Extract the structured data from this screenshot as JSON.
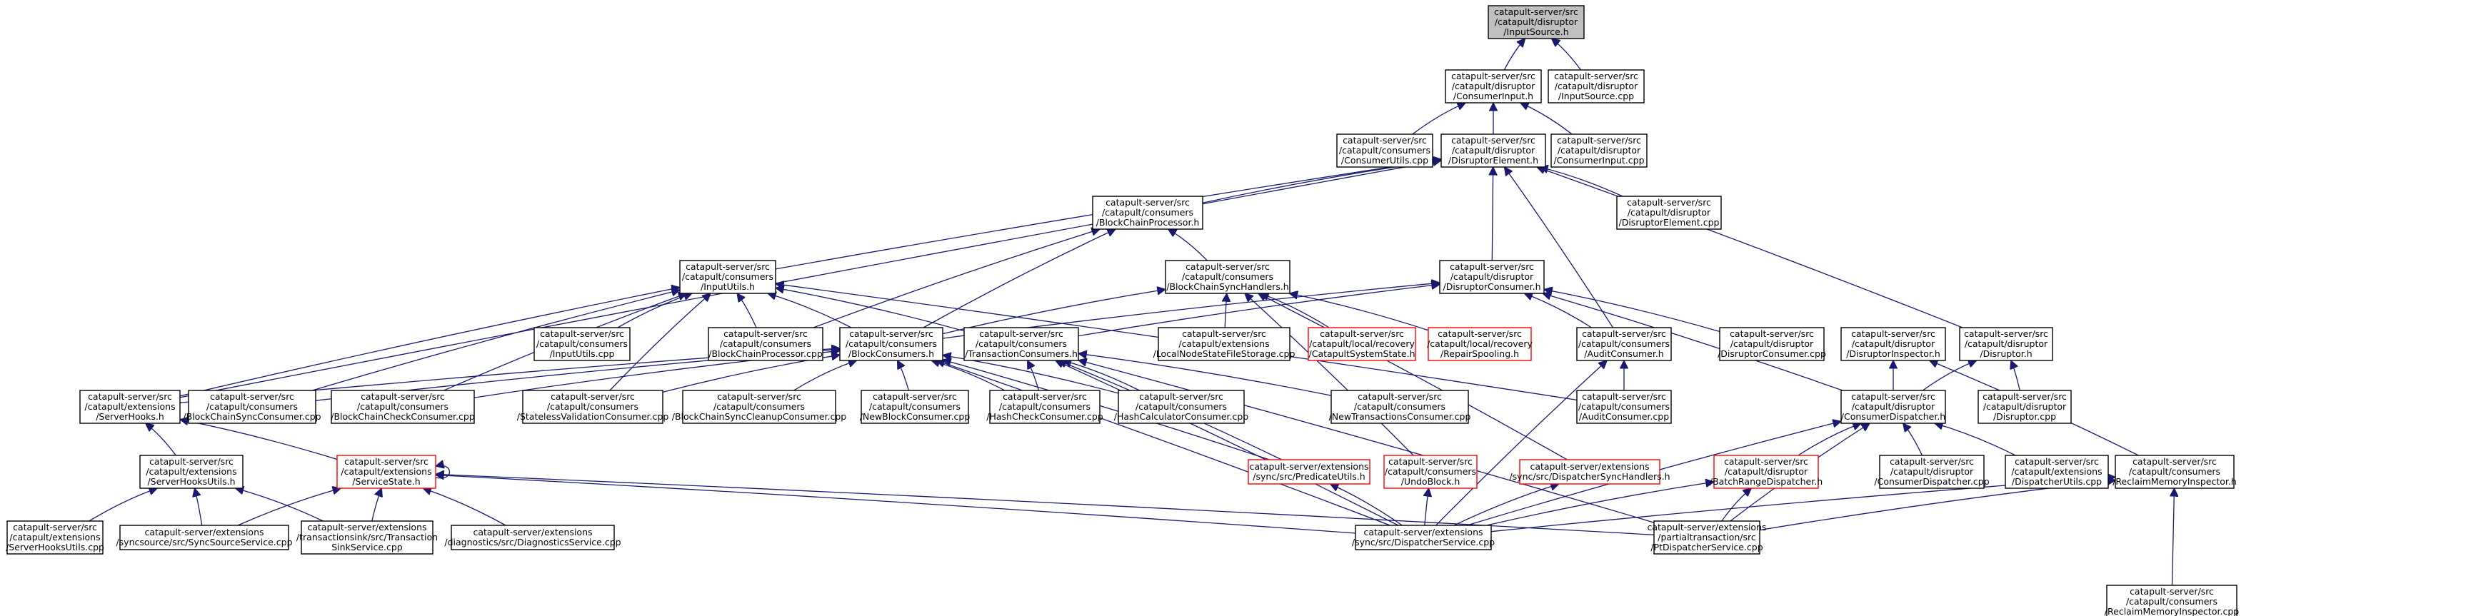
{
  "diagram": {
    "nodes": [
      {
        "id": "n_inputsource_h",
        "lines": [
          "catapult-server/src",
          "/catapult/disruptor",
          "/InputSource.h"
        ],
        "style": "gray",
        "interactable": false
      },
      {
        "id": "n_consumerinput_h",
        "lines": [
          "catapult-server/src",
          "/catapult/disruptor",
          "/ConsumerInput.h"
        ],
        "style": "normal",
        "interactable": true
      },
      {
        "id": "n_inputsource_cpp",
        "lines": [
          "catapult-server/src",
          "/catapult/disruptor",
          "/InputSource.cpp"
        ],
        "style": "normal",
        "interactable": true
      },
      {
        "id": "n_consumerutils_cpp",
        "lines": [
          "catapult-server/src",
          "/catapult/consumers",
          "/ConsumerUtils.cpp"
        ],
        "style": "normal",
        "interactable": true
      },
      {
        "id": "n_disruptorelement_h",
        "lines": [
          "catapult-server/src",
          "/catapult/disruptor",
          "/DisruptorElement.h"
        ],
        "style": "normal",
        "interactable": true
      },
      {
        "id": "n_consumerinput_cpp",
        "lines": [
          "catapult-server/src",
          "/catapult/disruptor",
          "/ConsumerInput.cpp"
        ],
        "style": "normal",
        "interactable": true
      },
      {
        "id": "n_blockchainprocessor_h",
        "lines": [
          "catapult-server/src",
          "/catapult/consumers",
          "/BlockChainProcessor.h"
        ],
        "style": "normal",
        "interactable": true
      },
      {
        "id": "n_disruptorelement_cpp",
        "lines": [
          "catapult-server/src",
          "/catapult/disruptor",
          "/DisruptorElement.cpp"
        ],
        "style": "normal",
        "interactable": true
      },
      {
        "id": "n_inpututils_h",
        "lines": [
          "catapult-server/src",
          "/catapult/consumers",
          "/InputUtils.h"
        ],
        "style": "normal",
        "interactable": true
      },
      {
        "id": "n_blockchainsynchandlers_h",
        "lines": [
          "catapult-server/src",
          "/catapult/consumers",
          "/BlockChainSyncHandlers.h"
        ],
        "style": "normal",
        "interactable": true
      },
      {
        "id": "n_disruptorconsumer_h",
        "lines": [
          "catapult-server/src",
          "/catapult/disruptor",
          "/DisruptorConsumer.h"
        ],
        "style": "normal",
        "interactable": true
      },
      {
        "id": "n_inpututils_cpp",
        "lines": [
          "catapult-server/src",
          "/catapult/consumers",
          "/InputUtils.cpp"
        ],
        "style": "normal",
        "interactable": true
      },
      {
        "id": "n_blockchainprocessor_cpp",
        "lines": [
          "catapult-server/src",
          "/catapult/consumers",
          "/BlockChainProcessor.cpp"
        ],
        "style": "normal",
        "interactable": true
      },
      {
        "id": "n_blockconsumers_h",
        "lines": [
          "catapult-server/src",
          "/catapult/consumers",
          "/BlockConsumers.h"
        ],
        "style": "normal",
        "interactable": true
      },
      {
        "id": "n_transactionconsumers_h",
        "lines": [
          "catapult-server/src",
          "/catapult/consumers",
          "/TransactionConsumers.h"
        ],
        "style": "normal",
        "interactable": true
      },
      {
        "id": "n_localnodestate_cpp",
        "lines": [
          "catapult-server/src",
          "/catapult/extensions",
          "/LocalNodeStateFileStorage.cpp"
        ],
        "style": "normal",
        "interactable": true
      },
      {
        "id": "n_catapultsystemstate_h",
        "lines": [
          "catapult-server/src",
          "/catapult/local/recovery",
          "/CatapultSystemState.h"
        ],
        "style": "red",
        "interactable": true
      },
      {
        "id": "n_repairspooling_h",
        "lines": [
          "catapult-server/src",
          "/catapult/local/recovery",
          "/RepairSpooling.h"
        ],
        "style": "red",
        "interactable": true
      },
      {
        "id": "n_auditconsumer_h",
        "lines": [
          "catapult-server/src",
          "/catapult/consumers",
          "/AuditConsumer.h"
        ],
        "style": "normal",
        "interactable": true
      },
      {
        "id": "n_disruptorconsumer_cpp",
        "lines": [
          "catapult-server/src",
          "/catapult/disruptor",
          "/DisruptorConsumer.cpp"
        ],
        "style": "normal",
        "interactable": true
      },
      {
        "id": "n_disruptorinspector_h",
        "lines": [
          "catapult-server/src",
          "/catapult/disruptor",
          "/DisruptorInspector.h"
        ],
        "style": "normal",
        "interactable": true
      },
      {
        "id": "n_disruptor_h",
        "lines": [
          "catapult-server/src",
          "/catapult/disruptor",
          "/Disruptor.h"
        ],
        "style": "normal",
        "interactable": true
      },
      {
        "id": "n_serverhooks_h",
        "lines": [
          "catapult-server/src",
          "/catapult/extensions",
          "/ServerHooks.h"
        ],
        "style": "normal",
        "interactable": true
      },
      {
        "id": "n_blockchainsyncconsumer_cpp",
        "lines": [
          "catapult-server/src",
          "/catapult/consumers",
          "/BlockChainSyncConsumer.cpp"
        ],
        "style": "normal",
        "interactable": true
      },
      {
        "id": "n_blockchaincheckconsumer_cpp",
        "lines": [
          "catapult-server/src",
          "/catapult/consumers",
          "/BlockChainCheckConsumer.cpp"
        ],
        "style": "normal",
        "interactable": true
      },
      {
        "id": "n_statelessvalidation_cpp",
        "lines": [
          "catapult-server/src",
          "/catapult/consumers",
          "/StatelessValidationConsumer.cpp"
        ],
        "style": "normal",
        "interactable": true
      },
      {
        "id": "n_blockchainsynccleanup_cpp",
        "lines": [
          "catapult-server/src",
          "/catapult/consumers",
          "/BlockChainSyncCleanupConsumer.cpp"
        ],
        "style": "normal",
        "interactable": true
      },
      {
        "id": "n_newblockconsumer_cpp",
        "lines": [
          "catapult-server/src",
          "/catapult/consumers",
          "/NewBlockConsumer.cpp"
        ],
        "style": "normal",
        "interactable": true
      },
      {
        "id": "n_hashcheckconsumer_cpp",
        "lines": [
          "catapult-server/src",
          "/catapult/consumers",
          "/HashCheckConsumer.cpp"
        ],
        "style": "normal",
        "interactable": true
      },
      {
        "id": "n_hashcalculatorconsumer_cpp",
        "lines": [
          "catapult-server/src",
          "/catapult/consumers",
          "/HashCalculatorConsumer.cpp"
        ],
        "style": "normal",
        "interactable": true
      },
      {
        "id": "n_newtransactionsconsumer_cpp",
        "lines": [
          "catapult-server/src",
          "/catapult/consumers",
          "/NewTransactionsConsumer.cpp"
        ],
        "style": "normal",
        "interactable": true
      },
      {
        "id": "n_auditconsumer_cpp",
        "lines": [
          "catapult-server/src",
          "/catapult/consumers",
          "/AuditConsumer.cpp"
        ],
        "style": "normal",
        "interactable": true
      },
      {
        "id": "n_consumerdispatcher_h",
        "lines": [
          "catapult-server/src",
          "/catapult/disruptor",
          "/ConsumerDispatcher.h"
        ],
        "style": "normal",
        "interactable": true
      },
      {
        "id": "n_disruptor_cpp",
        "lines": [
          "catapult-server/src",
          "/catapult/disruptor",
          "/Disruptor.cpp"
        ],
        "style": "normal",
        "interactable": true
      },
      {
        "id": "n_serverhooksutils_h",
        "lines": [
          "catapult-server/src",
          "/catapult/extensions",
          "/ServerHooksUtils.h"
        ],
        "style": "normal",
        "interactable": true
      },
      {
        "id": "n_servicestate_h",
        "lines": [
          "catapult-server/src",
          "/catapult/extensions",
          "/ServiceState.h"
        ],
        "style": "red",
        "interactable": true
      },
      {
        "id": "n_predicateutils_h",
        "lines": [
          "catapult-server/extensions",
          "/sync/src/PredicateUtils.h"
        ],
        "style": "red",
        "interactable": true
      },
      {
        "id": "n_undoblock_h",
        "lines": [
          "catapult-server/src",
          "/catapult/consumers",
          "/UndoBlock.h"
        ],
        "style": "red",
        "interactable": true
      },
      {
        "id": "n_dispatchersynchandlers_h",
        "lines": [
          "catapult-server/extensions",
          "/sync/src/DispatcherSyncHandlers.h"
        ],
        "style": "red",
        "interactable": true
      },
      {
        "id": "n_batchrangedispatcher_h",
        "lines": [
          "catapult-server/src",
          "/catapult/disruptor",
          "/BatchRangeDispatcher.h"
        ],
        "style": "red",
        "interactable": true
      },
      {
        "id": "n_consumerdispatcher_cpp",
        "lines": [
          "catapult-server/src",
          "/catapult/disruptor",
          "/ConsumerDispatcher.cpp"
        ],
        "style": "normal",
        "interactable": true
      },
      {
        "id": "n_dispatcherutils_cpp",
        "lines": [
          "catapult-server/src",
          "/catapult/extensions",
          "/DispatcherUtils.cpp"
        ],
        "style": "normal",
        "interactable": true
      },
      {
        "id": "n_reclaimmemoryinspector_h",
        "lines": [
          "catapult-server/src",
          "/catapult/consumers",
          "/ReclaimMemoryInspector.h"
        ],
        "style": "normal",
        "interactable": true
      },
      {
        "id": "n_serverhooksutils_cpp",
        "lines": [
          "catapult-server/src",
          "/catapult/extensions",
          "/ServerHooksUtils.cpp"
        ],
        "style": "normal",
        "interactable": true
      },
      {
        "id": "n_syncsourceservice_cpp",
        "lines": [
          "catapult-server/extensions",
          "/syncsource/src/SyncSourceService.cpp"
        ],
        "style": "normal",
        "interactable": true
      },
      {
        "id": "n_transactionsinkservice_cpp",
        "lines": [
          "catapult-server/extensions",
          "/transactionsink/src/Transaction",
          "SinkService.cpp"
        ],
        "style": "normal",
        "interactable": true
      },
      {
        "id": "n_diagnosticsservice_cpp",
        "lines": [
          "catapult-server/extensions",
          "/diagnostics/src/DiagnosticsService.cpp"
        ],
        "style": "normal",
        "interactable": true
      },
      {
        "id": "n_dispatcherservice_cpp",
        "lines": [
          "catapult-server/extensions",
          "/sync/src/DispatcherService.cpp"
        ],
        "style": "normal",
        "interactable": true
      },
      {
        "id": "n_ptdispatcherservice_cpp",
        "lines": [
          "catapult-server/extensions",
          "/partialtransaction/src",
          "/PtDispatcherService.cpp"
        ],
        "style": "normal",
        "interactable": true
      },
      {
        "id": "n_reclaimmemoryinspector_cpp",
        "lines": [
          "catapult-server/src",
          "/catapult/consumers",
          "/ReclaimMemoryInspector.cpp"
        ],
        "style": "normal",
        "interactable": true
      }
    ],
    "edges": [
      [
        "n_consumerinput_h",
        "n_inputsource_h"
      ],
      [
        "n_inputsource_cpp",
        "n_inputsource_h"
      ],
      [
        "n_consumerutils_cpp",
        "n_consumerinput_h"
      ],
      [
        "n_disruptorelement_h",
        "n_consumerinput_h"
      ],
      [
        "n_consumerinput_cpp",
        "n_consumerinput_h"
      ],
      [
        "n_blockchainprocessor_h",
        "n_disruptorelement_h"
      ],
      [
        "n_disruptorelement_cpp",
        "n_disruptorelement_h"
      ],
      [
        "n_inpututils_h",
        "n_disruptorelement_h"
      ],
      [
        "n_disruptorconsumer_h",
        "n_disruptorelement_h"
      ],
      [
        "n_serverhooks_h",
        "n_disruptorelement_h"
      ],
      [
        "n_disruptor_h",
        "n_disruptorelement_h"
      ],
      [
        "n_auditconsumer_h",
        "n_disruptorelement_h"
      ],
      [
        "n_blockchainsynchandlers_h",
        "n_blockchainprocessor_h"
      ],
      [
        "n_blockchainprocessor_cpp",
        "n_blockchainprocessor_h"
      ],
      [
        "n_blockconsumers_h",
        "n_blockchainprocessor_h"
      ],
      [
        "n_inpututils_cpp",
        "n_inpututils_h"
      ],
      [
        "n_blockchainprocessor_cpp",
        "n_inpututils_h"
      ],
      [
        "n_blockconsumers_h",
        "n_inpututils_h"
      ],
      [
        "n_transactionconsumers_h",
        "n_inpututils_h"
      ],
      [
        "n_serverhooks_h",
        "n_inpututils_h"
      ],
      [
        "n_blockchainsyncconsumer_cpp",
        "n_inpututils_h"
      ],
      [
        "n_blockchaincheckconsumer_cpp",
        "n_inpututils_h"
      ],
      [
        "n_statelessvalidation_cpp",
        "n_inpututils_h"
      ],
      [
        "n_auditconsumer_cpp",
        "n_inpututils_h"
      ],
      [
        "n_localnodestate_cpp",
        "n_blockchainsynchandlers_h"
      ],
      [
        "n_catapultsystemstate_h",
        "n_blockchainsynchandlers_h"
      ],
      [
        "n_repairspooling_h",
        "n_blockchainsynchandlers_h"
      ],
      [
        "n_blockconsumers_h",
        "n_blockchainsynchandlers_h"
      ],
      [
        "n_undoblock_h",
        "n_blockchainsynchandlers_h"
      ],
      [
        "n_dispatchersynchandlers_h",
        "n_blockchainsynchandlers_h"
      ],
      [
        "n_blockconsumers_h",
        "n_disruptorconsumer_h"
      ],
      [
        "n_transactionconsumers_h",
        "n_disruptorconsumer_h"
      ],
      [
        "n_auditconsumer_h",
        "n_disruptorconsumer_h"
      ],
      [
        "n_disruptorconsumer_cpp",
        "n_disruptorconsumer_h"
      ],
      [
        "n_consumerdispatcher_h",
        "n_disruptorconsumer_h"
      ],
      [
        "n_consumerdispatcher_h",
        "n_disruptorinspector_h"
      ],
      [
        "n_reclaimmemoryinspector_h",
        "n_disruptorinspector_h"
      ],
      [
        "n_consumerdispatcher_h",
        "n_disruptor_h"
      ],
      [
        "n_disruptor_cpp",
        "n_disruptor_h"
      ],
      [
        "n_auditconsumer_cpp",
        "n_auditconsumer_h"
      ],
      [
        "n_dispatcherservice_cpp",
        "n_auditconsumer_h"
      ],
      [
        "n_serverhooks_h",
        "n_blockconsumers_h"
      ],
      [
        "n_blockchainsyncconsumer_cpp",
        "n_blockconsumers_h"
      ],
      [
        "n_blockchaincheckconsumer_cpp",
        "n_blockconsumers_h"
      ],
      [
        "n_statelessvalidation_cpp",
        "n_blockconsumers_h"
      ],
      [
        "n_blockchainsynccleanup_cpp",
        "n_blockconsumers_h"
      ],
      [
        "n_newblockconsumer_cpp",
        "n_blockconsumers_h"
      ],
      [
        "n_hashcheckconsumer_cpp",
        "n_blockconsumers_h"
      ],
      [
        "n_hashcalculatorconsumer_cpp",
        "n_blockconsumers_h"
      ],
      [
        "n_predicateutils_h",
        "n_blockconsumers_h"
      ],
      [
        "n_dispatcherservice_cpp",
        "n_blockconsumers_h"
      ],
      [
        "n_hashcheckconsumer_cpp",
        "n_transactionconsumers_h"
      ],
      [
        "n_hashcalculatorconsumer_cpp",
        "n_transactionconsumers_h"
      ],
      [
        "n_newtransactionsconsumer_cpp",
        "n_transactionconsumers_h"
      ],
      [
        "n_predicateutils_h",
        "n_transactionconsumers_h"
      ],
      [
        "n_dispatcherservice_cpp",
        "n_transactionconsumers_h"
      ],
      [
        "n_ptdispatcherservice_cpp",
        "n_transactionconsumers_h"
      ],
      [
        "n_servicestate_h",
        "n_serverhooks_h"
      ],
      [
        "n_serverhooksutils_h",
        "n_serverhooks_h"
      ],
      [
        "n_batchrangedispatcher_h",
        "n_consumerdispatcher_h"
      ],
      [
        "n_consumerdispatcher_cpp",
        "n_consumerdispatcher_h"
      ],
      [
        "n_dispatcherutils_cpp",
        "n_consumerdispatcher_h"
      ],
      [
        "n_dispatcherservice_cpp",
        "n_consumerdispatcher_h"
      ],
      [
        "n_ptdispatcherservice_cpp",
        "n_consumerdispatcher_h"
      ],
      [
        "n_serverhooksutils_cpp",
        "n_serverhooksutils_h"
      ],
      [
        "n_syncsourceservice_cpp",
        "n_serverhooksutils_h"
      ],
      [
        "n_transactionsinkservice_cpp",
        "n_serverhooksutils_h"
      ],
      [
        "n_servicestate_h",
        "n_servicestate_h"
      ],
      [
        "n_syncsourceservice_cpp",
        "n_servicestate_h"
      ],
      [
        "n_transactionsinkservice_cpp",
        "n_servicestate_h"
      ],
      [
        "n_diagnosticsservice_cpp",
        "n_servicestate_h"
      ],
      [
        "n_dispatcherservice_cpp",
        "n_servicestate_h"
      ],
      [
        "n_ptdispatcherservice_cpp",
        "n_servicestate_h"
      ],
      [
        "n_dispatcherservice_cpp",
        "n_predicateutils_h"
      ],
      [
        "n_dispatcherservice_cpp",
        "n_undoblock_h"
      ],
      [
        "n_dispatcherservice_cpp",
        "n_dispatchersynchandlers_h"
      ],
      [
        "n_dispatcherservice_cpp",
        "n_batchrangedispatcher_h"
      ],
      [
        "n_ptdispatcherservice_cpp",
        "n_batchrangedispatcher_h"
      ],
      [
        "n_dispatcherservice_cpp",
        "n_reclaimmemoryinspector_h"
      ],
      [
        "n_ptdispatcherservice_cpp",
        "n_reclaimmemoryinspector_h"
      ],
      [
        "n_reclaimmemoryinspector_cpp",
        "n_reclaimmemoryinspector_h"
      ]
    ]
  }
}
